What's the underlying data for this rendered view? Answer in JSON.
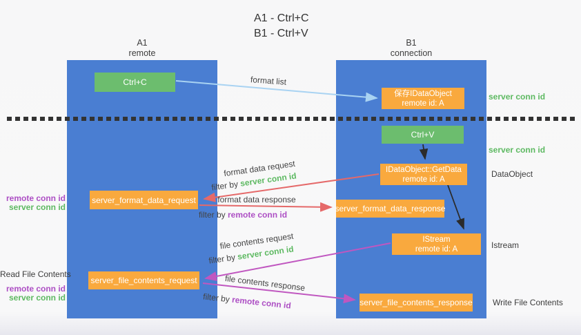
{
  "title": {
    "line1": "A1 - Ctrl+C",
    "line2": "B1 - Ctrl+V"
  },
  "lanes": {
    "left": {
      "name": "A1",
      "subtitle": "remote"
    },
    "right": {
      "name": "B1",
      "subtitle": "connection"
    }
  },
  "boxes": {
    "ctrl_c": {
      "label": "Ctrl+C"
    },
    "save_idataobject": {
      "line1": "保存IDataObject",
      "line2": "remote id: A"
    },
    "ctrl_v": {
      "label": "Ctrl+V"
    },
    "idataobject_getdata": {
      "line1": "IDataObject::GetData",
      "line2": "remote id: A"
    },
    "server_format_data_request": {
      "label": "server_format_data_request"
    },
    "server_format_data_response": {
      "label": "server_format_data_response"
    },
    "istream": {
      "line1": "IStream",
      "line2": "remote id: A"
    },
    "server_file_contents_request": {
      "label": "server_file_contents_request"
    },
    "server_file_contents_response": {
      "label": "server_file_contents_response"
    }
  },
  "arrows": {
    "format_list": {
      "label": "format list"
    },
    "format_data_request": {
      "label": "format data request",
      "filter_prefix": "filter by",
      "filter_value": "server conn id"
    },
    "format_data_response": {
      "label": "format data response",
      "filter_prefix": "filter by",
      "filter_value": "remote conn id"
    },
    "file_contents_request": {
      "label": "file contents request",
      "filter_prefix": "filter by",
      "filter_value": "server conn id"
    },
    "file_contents_response": {
      "label": "file contents response",
      "filter_prefix": "filter by",
      "filter_value": "remote conn id"
    }
  },
  "side_labels": {
    "server_conn_id_top_right": "server conn id",
    "server_conn_id_mid_right": "server conn id",
    "dataobject": "DataObject",
    "istream": "Istream",
    "write_file_contents": "Write File Contents",
    "remote_conn_id_left_top": "remote conn id",
    "server_conn_id_left_top": "server conn id",
    "read_file_contents": "Read File Contents",
    "remote_conn_id_left_bottom": "remote conn id",
    "server_conn_id_left_bottom": "server conn id"
  },
  "colors": {
    "lane_blue": "#4a7ed2",
    "box_green": "#6cbd6e",
    "box_orange": "#f9a93e",
    "arrow_light_blue": "#a9d3f2",
    "arrow_red": "#e56969",
    "arrow_magenta": "#c familiar057c0",
    "arrow_black": "#2b2b2b",
    "label_green": "#5db961",
    "label_purple": "#ad4fc4",
    "dotted_line": "#333333"
  }
}
